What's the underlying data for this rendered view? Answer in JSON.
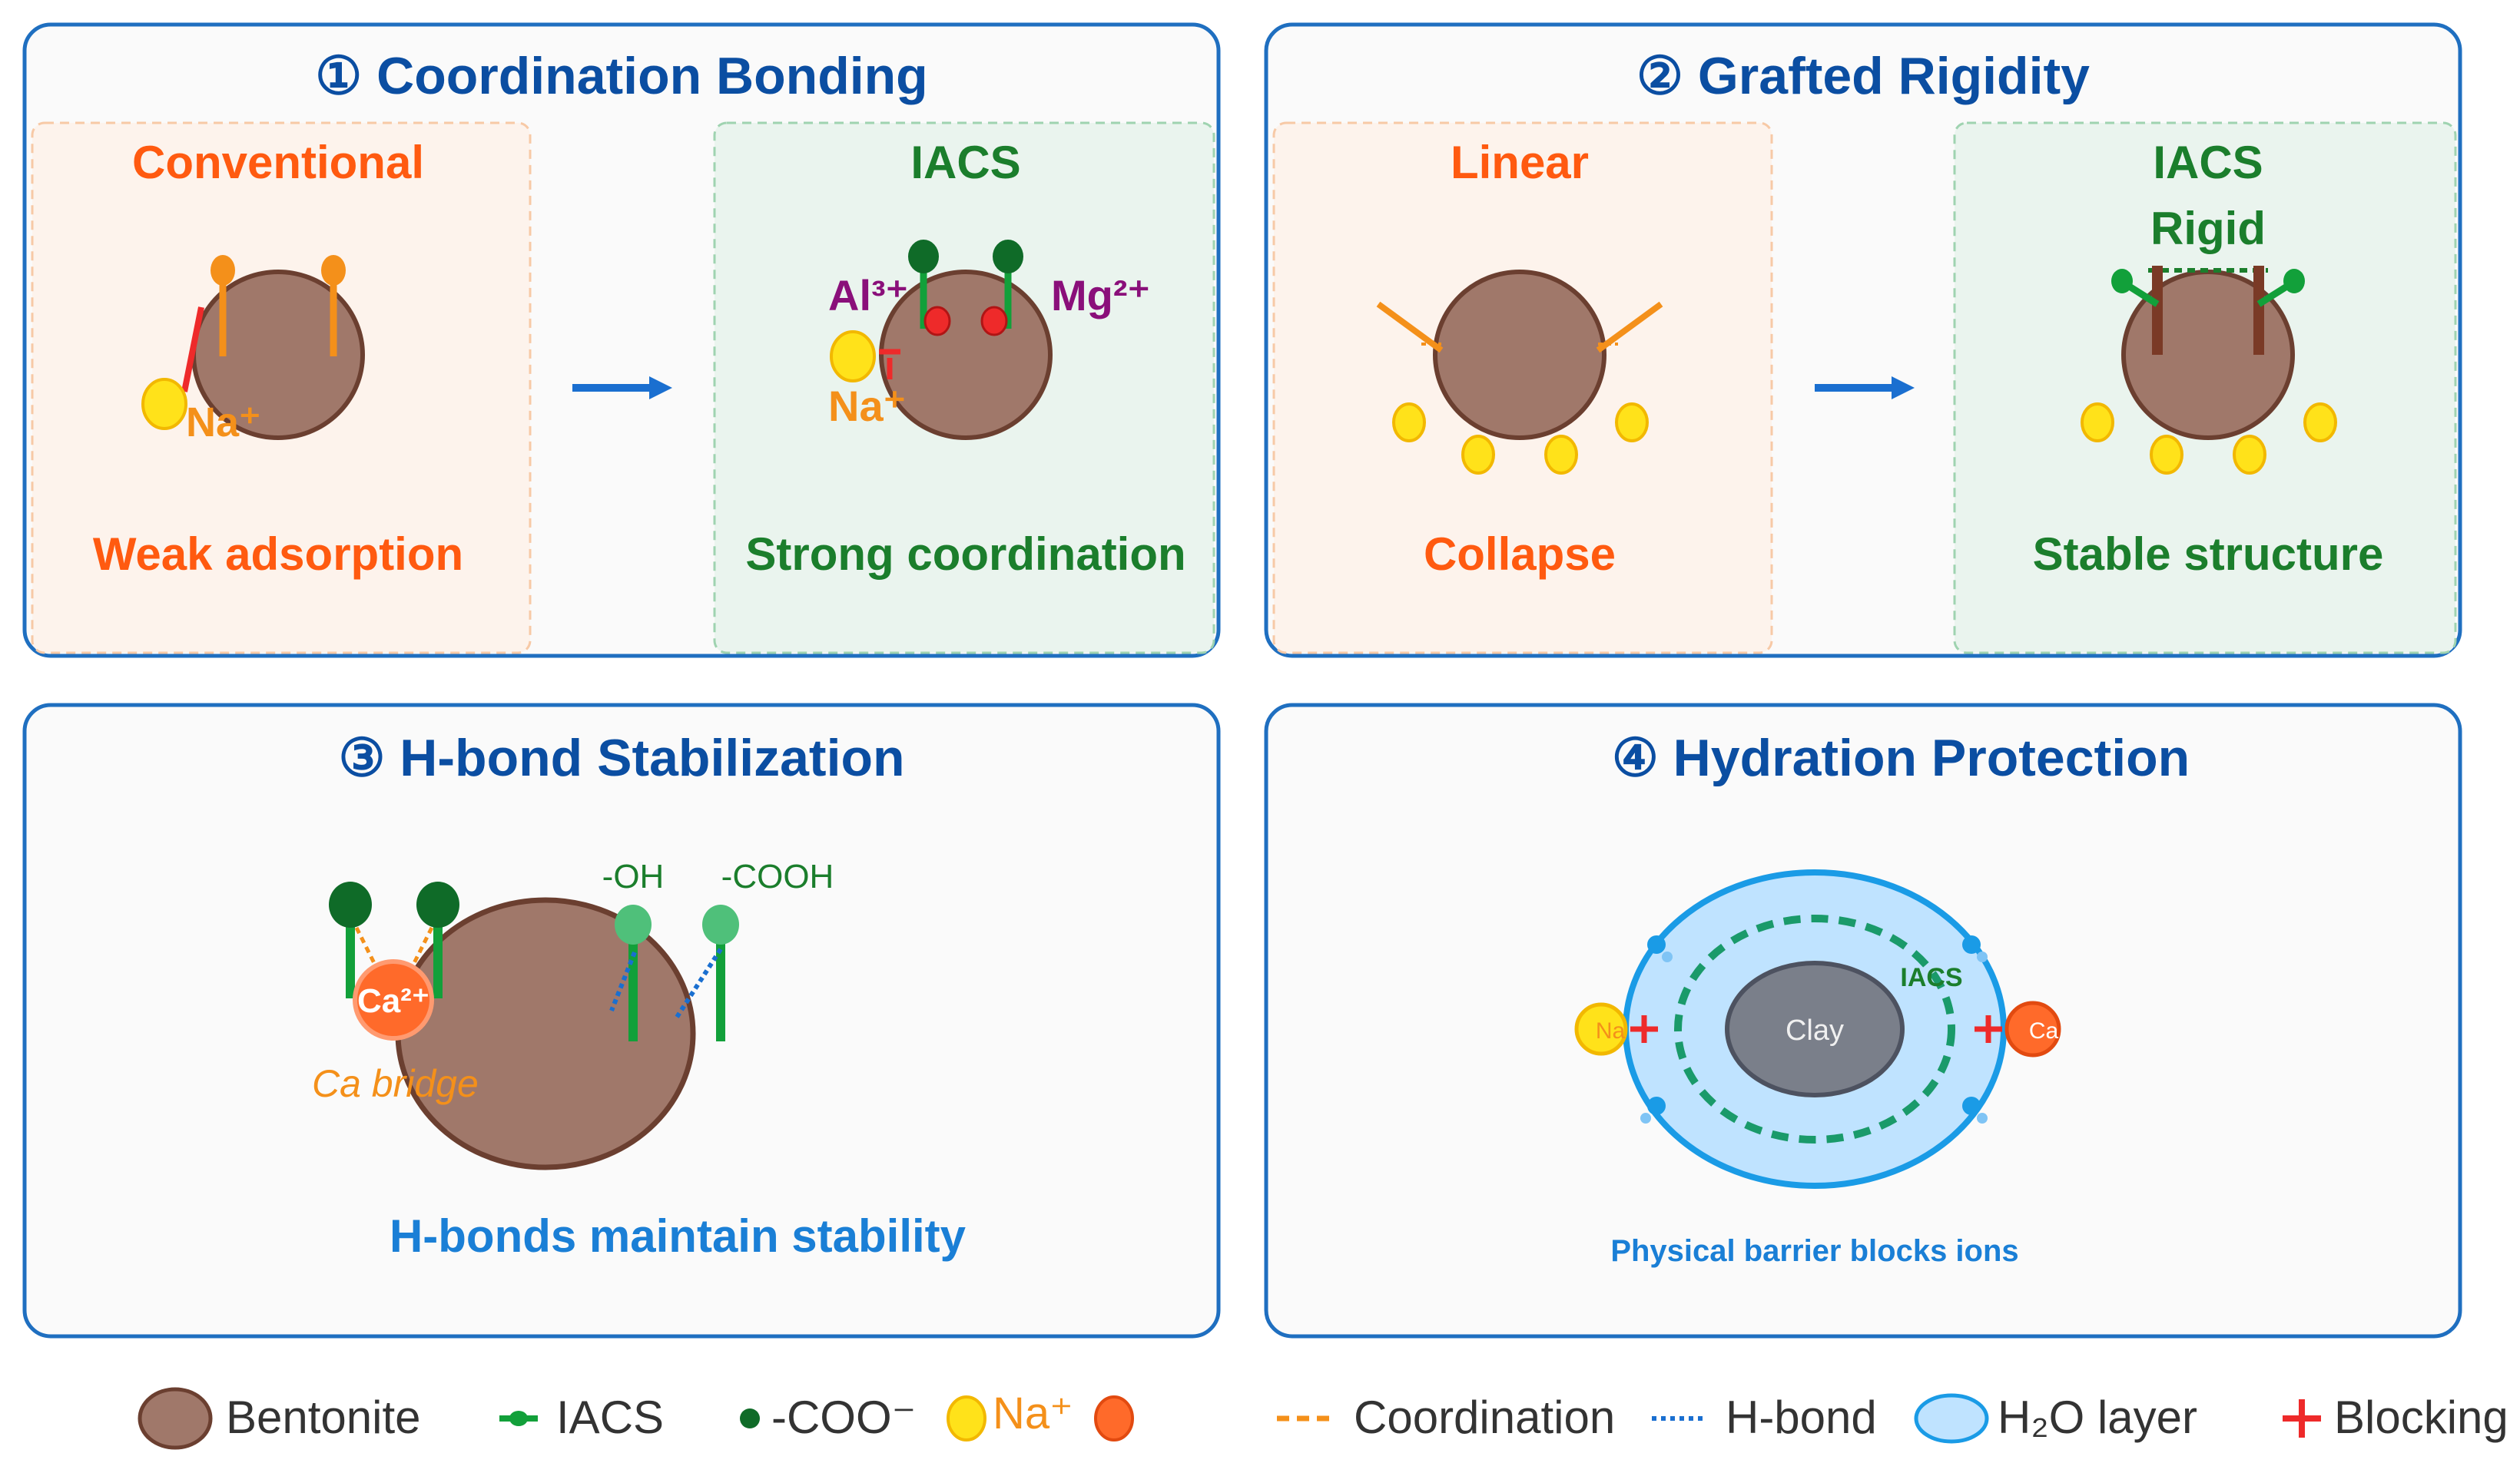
{
  "colors": {
    "panel_border": "#1f6fc0",
    "panel_bg": "#fafafa",
    "title_blue": "#0b4ea2",
    "orange": "#ff5a10",
    "green": "#1b7e2c",
    "purple": "#8a0f7a",
    "bentonite": "#a0786a",
    "bentonite_edge": "#6b3f30",
    "sodium": "#ffe21a",
    "iacs_green": "#12a03a",
    "coo_green": "#0f6b28",
    "blocking_red": "#ee2a2a",
    "water": "#bfe3ff",
    "calcium": "#ff6a2a"
  },
  "panel1": {
    "title": "① Coordination Bonding",
    "left_label": "Conventional",
    "left_caption": "Weak adsorption",
    "left_ion": "Na⁺",
    "right_label": "IACS",
    "right_caption": "Strong coordination",
    "ion_al": "Al³⁺",
    "ion_mg": "Mg²⁺",
    "ion_na": "Na⁺"
  },
  "panel2": {
    "title": "② Grafted Rigidity",
    "left_label": "Linear",
    "left_caption": "Collapse",
    "right_label": "IACS",
    "right_sublabel": "Rigid",
    "right_caption": "Stable structure"
  },
  "panel3": {
    "title": "③ H-bond Stabilization",
    "ca_ion": "Ca²⁺",
    "ca_bridge": "Ca bridge",
    "oh_label": "-OH",
    "cooh_label": "-COOH",
    "caption": "H-bonds maintain stability"
  },
  "panel4": {
    "title": "④ Hydration Protection",
    "core_label": "Clay",
    "shell_label": "IACS",
    "na_label": "Na",
    "ca_label": "Ca",
    "caption": "Physical barrier blocks ions"
  },
  "legend": {
    "bentonite": "Bentonite",
    "iacs": "IACS",
    "coo": "-COO⁻",
    "na": "Na⁺",
    "coordination": "Coordination",
    "hbond": "H-bond",
    "water": "H₂O layer",
    "blocking": "Blocking"
  }
}
